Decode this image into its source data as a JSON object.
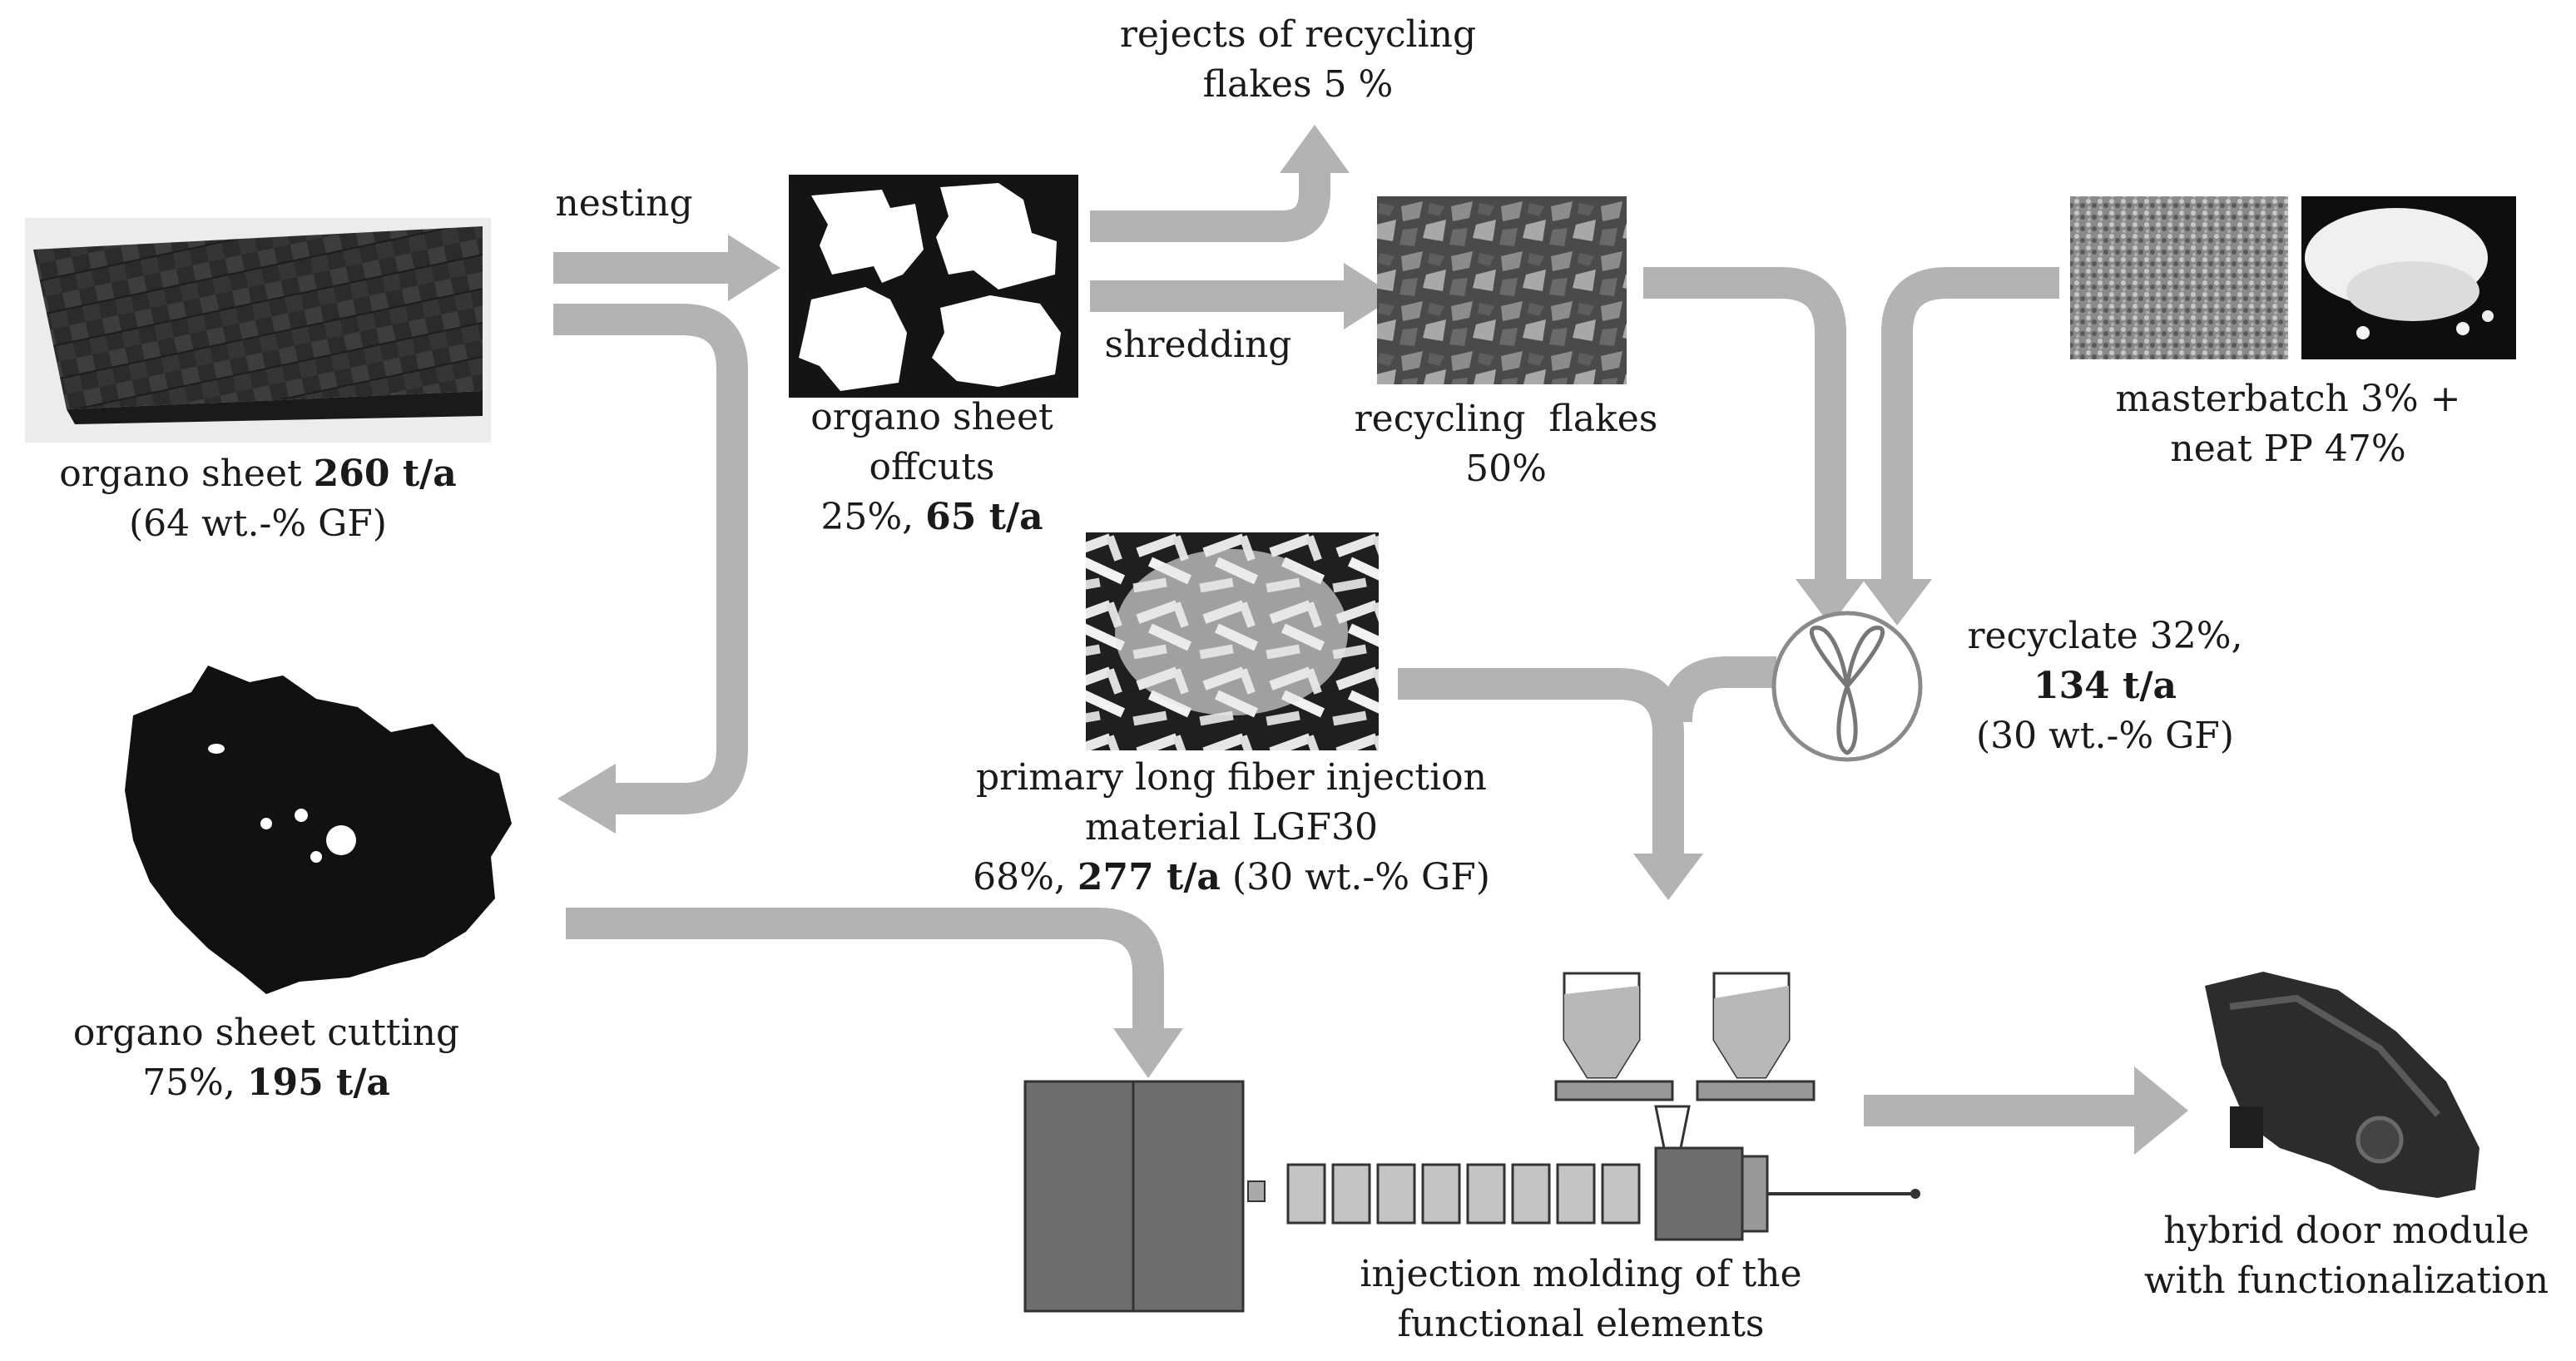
{
  "labels": {
    "nesting": "nesting",
    "shredding": "shredding",
    "rejects": {
      "line1": "rejects of recycling",
      "line2": "flakes 5 %"
    },
    "organo_sheet": {
      "prefix": "organo sheet ",
      "amount": "260 t/a",
      "line2": "(64 wt.-% GF)"
    },
    "offcuts": {
      "line1": "organo sheet",
      "line2": "offcuts",
      "share": "25%, ",
      "amount": "65 t/a"
    },
    "flakes": {
      "line1": "recycling  flakes",
      "line2": "50%"
    },
    "masterbatch": {
      "line1": "masterbatch 3% +",
      "line2": "neat PP 47%"
    },
    "recyclate": {
      "line1": "recyclate 32%,",
      "amount": "134 t/a",
      "line3": "(30 wt.-% GF)"
    },
    "primary": {
      "line1": "primary long fiber injection",
      "line2": "material LGF30",
      "share": "68%, ",
      "amount": "277 t/a",
      "suffix": " (30 wt.-% GF)"
    },
    "cutting": {
      "line1": "organo sheet cutting",
      "share": "75%, ",
      "amount": "195 t/a"
    },
    "injection": {
      "line1": "injection molding of the",
      "line2": "functional elements"
    },
    "door": {
      "line1": "hybrid door module",
      "line2": "with functionalization"
    }
  },
  "colors": {
    "arrow": "#b3b3b3",
    "machine_dark": "#6e6e6e",
    "machine_light": "#c4c4c4",
    "photo_dark": "#2a2a2a"
  }
}
